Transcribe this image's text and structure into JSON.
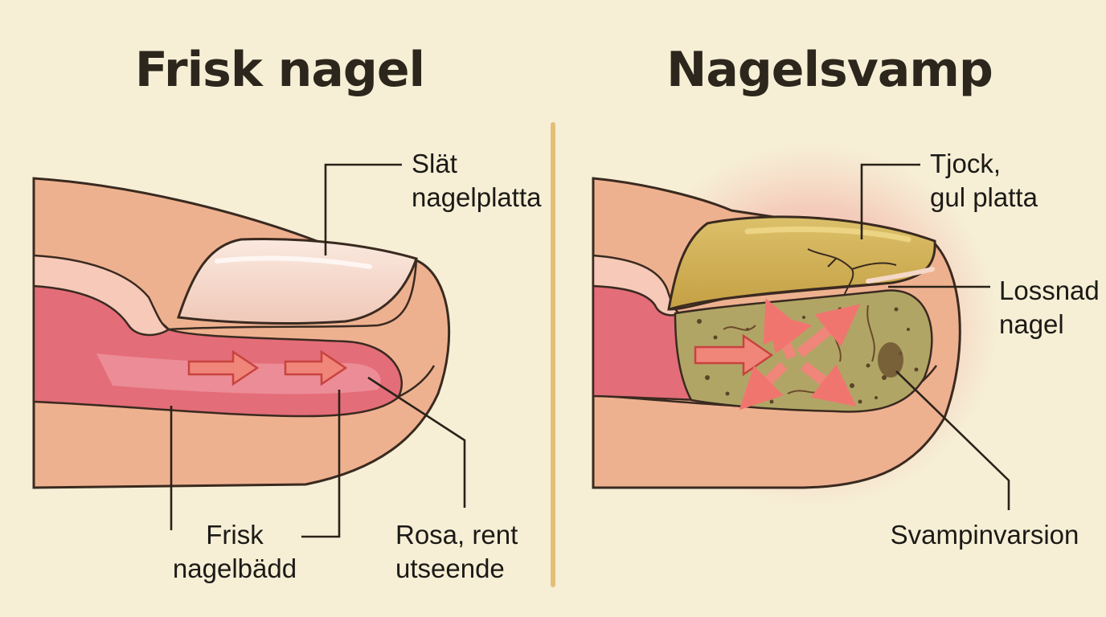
{
  "left_panel": {
    "title": "Frisk nagel",
    "labels": {
      "smooth_plate": [
        "Slät",
        "nagelplatta"
      ],
      "healthy_bed": [
        "Frisk",
        "nagelbädd"
      ],
      "pink_clean": [
        "Rosa, rent",
        "utseende"
      ]
    }
  },
  "right_panel": {
    "title": "Nagelsvamp",
    "labels": {
      "thick_plate": [
        "Tjock,",
        "gul platta"
      ],
      "detached": [
        "Lossnad",
        "nagel"
      ],
      "fungal": [
        "Svampinvarsion"
      ]
    }
  },
  "colors": {
    "background": "#f6efd6",
    "skin": "#eeb190",
    "nail_bed": "#e36d78",
    "healthy_plate": "#f7dccf",
    "infected_plate": "#d3b356",
    "fungal_area": "#b1a566",
    "arrow": "#f0756f",
    "divider": "#e4bf78"
  }
}
